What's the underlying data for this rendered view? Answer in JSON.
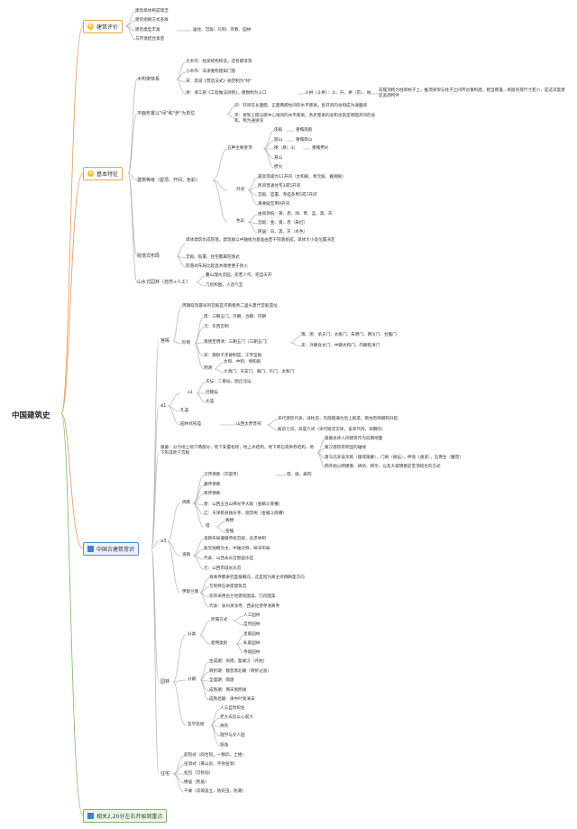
{
  "root": "中国建筑史",
  "branches": {
    "eval": {
      "label": "建筑评价",
      "items": [
        "建筑单体构成简洁",
        "建筑组群方式多样",
        "建筑类型丰富",
        "与环境结合紧密"
      ],
      "types": "居住、宫殿、礼制、宗教、园林"
    },
    "basic": {
      "label": "基本特征",
      "wood": {
        "label": "木构架体系",
        "items": [
          "大木作：柱梁结构构造，还有檩等等",
          "小木作：非承重构建如门窗",
          "宋：李诫《营造法式》规范制为\"材\"",
          "清：清工部《工程做法则例》，模数制为斗口"
        ],
        "dougong": "斗拱（斗拱）：斗、升、拱（昂）、枋",
        "dougong_note": "前檐顶构为柱到枋子上，推顶梁架与柱子之间传达重构建，相当雨篷，将屋的荷尺寸变小，是这深度建造美感构件"
      },
      "plan": {
        "label": "平面布置以\"间\"和\"步\"为单位",
        "items": [
          "间：开间在长面面，正面两檩柱间的水平距离，各开间的总和成为通面阔",
          "步：屋架上檩与檩中心线间的水平距离，各步距离的总和也就是侧面开间的总和，称为通进深"
        ]
      },
      "grade": {
        "label": "建筑等级（屋顶、开间、色彩）",
        "roof": {
          "label": "五种主要屋顶",
          "items": [
            "庑殿",
            "歇山",
            "硬（悬）山",
            "悬山",
            "攒尖"
          ],
          "sub": [
            "重檐庑殿",
            "重檐歇山",
            "重檐攒尖"
          ]
        },
        "bay": {
          "label": "开间",
          "items": [
            "最高等级为11开间（太和殿、奉元殿、羲德殿）",
            "民间普通住宅3或5开间",
            "宫殿、官署、寺庙多用5或7开间",
            "重要殿堂用9开间"
          ]
        },
        "color": {
          "label": "色彩",
          "items": [
            "由高到低：黄、赤、绿、青、蓝、黑、灰",
            "宫殿：金、黄、赤（朱红）",
            "民居：白、黑、灰（水色）"
          ]
        }
      },
      "group": {
        "label": "院落式布局",
        "items": [
          "单体建筑负成院落，建筑群以中轴线为基准由若干院落组成，单体大小及位置决定",
          "宫殿、衙署、住宅都属院落式",
          "院落式布局比起温木顺更便于防火"
        ]
      },
      "garden": {
        "label": "山水式园林（自然+人工）",
        "items": [
          "叠山理水造园，宛若人作，宛自天开",
          "几何构图，人造气宜"
        ]
      }
    },
    "common": {
      "label": "中国古建筑常识",
      "palace": {
        "label": "宫殿",
        "intro": "周期取消最早的宫殿是河南偃师二里头夏代宫殿遗址",
        "system_label": "形制",
        "items": [
          "周：三朝五门，外朝、治朝、内朝",
          "汉：东西宫制"
        ],
        "sui": "隋唐至明清：三朝五门（三朝五门）",
        "sui_sub": [
          "隋、唐：承天门、太极门、朱明门、两仪门、甘露门",
          "宋：外朝含太门、中朝太和门、内朝乾清门"
        ],
        "song": "宋：御街千步廊制度，工字型殿",
        "ming_label": "明清",
        "ming_items": [
          "太和、中和、保和殿",
          "大清门、天安门、端门、午门、太和门"
        ]
      },
      "alpha": {
        "label": "a1",
        "sub_label": "a1",
        "items": [
          "天坛：二重坛，圜丘北坛",
          "社稷坛",
          "太庙"
        ],
        "temple": "孔庙",
        "buddhist_label": "园林式祠庙",
        "buddhist_site": "山西太原晋祠",
        "buddhist_items": [
          "宋代建筑代表，减柱造，内部圆满为后上殿遗，楷柱有侧脚和升起",
          "殿前七间，高度六间（宋代殿堂实体，该宋代祠，宋朝的）"
        ]
      },
      "tomb": {
        "text": "陵墓：分为地上地下两部分，地下安置棺椁，地上木结构，地下砖石或拱券结构，地下形成地下宫殿",
        "items": [
          "陵墓总体入间建筑作为前期地面",
          "秦汉建筑有明显的轴线",
          "唐与北宋设享殿（寝或陵墓），门阙（阙坛），神道（通道），石像生（雕塑）",
          "明开始以明楼重、碑坊、牌亭，以及大城明楼前宝顶组合的方式"
        ]
      },
      "religion": {
        "label": "a3",
        "pagoda": {
          "label": "佛教",
          "items": [
            "汉传佛教（印度传）",
            "藏传佛教",
            "南传佛教",
            "唐：山西五台山佛光寺大殿（金箱斗底槽）",
            "辽：天津蓟县独乐寺，观音阁（金箱斗底槽）"
          ],
          "han_sub": "塔、殿、廊院",
          "tower_label": "塔",
          "tower_items": [
            "阁楼",
            "密檐"
          ]
        },
        "taoist": {
          "label": "道教",
          "items": [
            "道教布局遵循传统宫殿，追求体制",
            "殿堂规模为主，中轴对称，纵深布局",
            "代表：山西永乐宫壁画乐官",
            "元：山西芮城永乐宫"
          ]
        },
        "islam": {
          "label": "伊斯兰教",
          "items": [
            "清真寺都讲究圣龛朝向，这是因为真主崇拜朝圣方向",
            "写到特石讲席建筑宫",
            "装饰采用古兰经建筑图案、几何图案",
            "代表：泉州清净寺，西安化觉寺清真寺"
          ]
        }
      },
      "garden": {
        "label": "园林",
        "class": {
          "label": "分类",
          "kind_label": "所属方式",
          "kind_items": [
            "人工园林",
            "自然园林"
          ],
          "use_label": "使用类别",
          "use_items": [
            "皇家园林",
            "私家园林",
            "寺观园林"
          ]
        },
        "period": {
          "label": "分期",
          "items": [
            "生成期：商周，殷秦汉（开始）",
            "转折期：魏晋南北朝（转折过渡）",
            "全盛期：隋唐",
            "成熟期：两宋到明清",
            "成熟后期：清中叶到清末"
          ]
        },
        "philo": {
          "label": "哲学思想",
          "items": [
            "人与自然和生",
            "老大去追以心观大",
            "禅宗",
            "理学与文人园",
            "隐逸"
          ]
        }
      },
      "house": {
        "label": "住宅",
        "items": [
          "庭院式（四合院，一颗印、土楼）",
          "窑洞式（黄山房、平地窑洞）",
          "毡包（可移动）",
          "楼居（民居）",
          "干阑（双坡竖立，防蛇虫，防潮）"
        ]
      }
    },
    "extra": {
      "label": "相关2,20分左右开始到重点"
    }
  }
}
